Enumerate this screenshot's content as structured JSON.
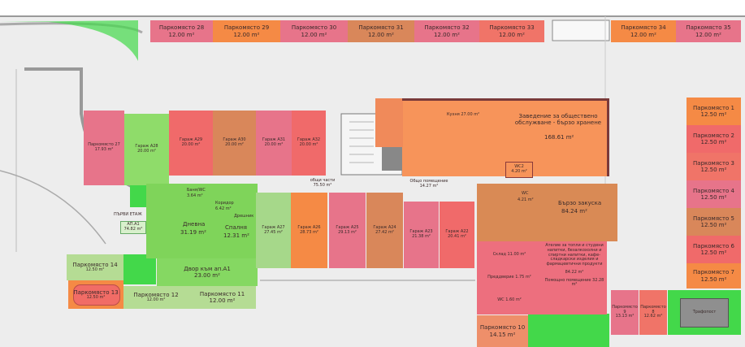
{
  "colors": {
    "pink": "#e7748a",
    "red": "#f06a6a",
    "orange": "#f58a45",
    "brown": "#d9875a",
    "green": "#8fdc6a",
    "lawn": "#43d84a",
    "background": "#ededed"
  },
  "top_parking": [
    {
      "name": "Паркомясто 28",
      "area": "12.00 m²"
    },
    {
      "name": "Паркомясто 29",
      "area": "12.00 m²"
    },
    {
      "name": "Паркомясто 30",
      "area": "12.00 m²"
    },
    {
      "name": "Паркомясто 31",
      "area": "12.00 m²"
    },
    {
      "name": "Паркомясто 32",
      "area": "12.00 m²"
    },
    {
      "name": "Паркомясто 33",
      "area": "12.00 m²"
    },
    {
      "name": "Паркомясто 34",
      "area": "12.00 m²"
    },
    {
      "name": "Паркомясто 35",
      "area": "12.00 m²"
    }
  ],
  "right_parking": [
    {
      "name": "Паркомясто 1",
      "area": "12.50 m²"
    },
    {
      "name": "Паркомясто 2",
      "area": "12.50 m²"
    },
    {
      "name": "Паркомясто 3",
      "area": "12.50 m²"
    },
    {
      "name": "Паркомясто 4",
      "area": "12.50 m²"
    },
    {
      "name": "Паркомясто 5",
      "area": "12.50 m²"
    },
    {
      "name": "Паркомясто 6",
      "area": "12.50 m²"
    },
    {
      "name": "Паркомясто 7",
      "area": "12.50 m²"
    }
  ],
  "bottom_parking": [
    {
      "name": "Паркомясто 8",
      "area": "12.62 m²"
    },
    {
      "name": "Паркомясто 9",
      "area": "13.13 m²"
    },
    {
      "name": "Паркомясто 10",
      "area": "14.15 m²"
    },
    {
      "name": "Паркомясто 11",
      "area": "12.00 m²"
    },
    {
      "name": "Паркомясто 12",
      "area": "12.00 m²"
    },
    {
      "name": "Паркомясто 13",
      "area": "12.50 m²"
    },
    {
      "name": "Паркомясто 14",
      "area": "12.50 m²"
    }
  ],
  "parking_27": {
    "name": "Паркомясто 27",
    "area": "17.93 m²"
  },
  "garages_top": [
    {
      "name": "Гараж А28",
      "area": "20.00 m²"
    },
    {
      "name": "Гараж А29",
      "area": "20.00 m²"
    },
    {
      "name": "Гараж А30",
      "area": "20.00 m²"
    },
    {
      "name": "Гараж А31",
      "area": "20.00 m²"
    },
    {
      "name": "Гараж А32",
      "area": "20.00 m²"
    }
  ],
  "garages_bottom": [
    {
      "name": "Гараж А27",
      "area": "27.45 m²"
    },
    {
      "name": "Гараж А26",
      "area": "28.73 m²"
    },
    {
      "name": "Гараж А25",
      "area": "29.13 m²"
    },
    {
      "name": "Гараж А24",
      "area": "27.42 m²"
    },
    {
      "name": "Гараж А23",
      "area": "21.38 m²"
    },
    {
      "name": "Гараж А22",
      "area": "20.41 m²"
    }
  ],
  "restaurant": {
    "title": "Заведение за обществено обслужване - бързо хранене",
    "area": "168.61 m²",
    "kitchen": "Кухня 27.00 m²",
    "wc2": "WC2",
    "wc2_area": "4.20 m²"
  },
  "snack": {
    "title": "Бързо закуска",
    "area": "84.24 m²",
    "wc": "WC",
    "wc_area": "4.21 m²"
  },
  "atelier": {
    "title": "Ателие за топли и студени напитки, безалкохолни и спиртни напитки, кафе-сладкарски изделия и фармацевтични продукти",
    "area": "84.22 m²",
    "storage": "Склад 11.00 m²",
    "pre": "Преддверие 1.75 m²",
    "wc": "WC 1.60 m²",
    "service": "Помощно помещение 32.28 m²"
  },
  "common": {
    "label": "общи части",
    "area": "75.50 m²",
    "label2": "Общо помещение",
    "area2": "14.27 m²"
  },
  "apartment": {
    "code": "АП.А1",
    "area": "74.82 m²",
    "living": "Дневна",
    "living_area": "31.19 m²",
    "bedroom": "Спалня",
    "bedroom_area": "12.31 m²",
    "corridor": "Коридор",
    "corridor_area": "6.42 m²",
    "bath": "Баня/WC",
    "bath_area": "3.64 m²",
    "wardrobe": "Дрешник",
    "yard": "Двор към ап.А1",
    "yard_area": "23.00 m²",
    "floor": "ПЪРВИ ЕТАЖ"
  },
  "transformer": "Трафопост"
}
